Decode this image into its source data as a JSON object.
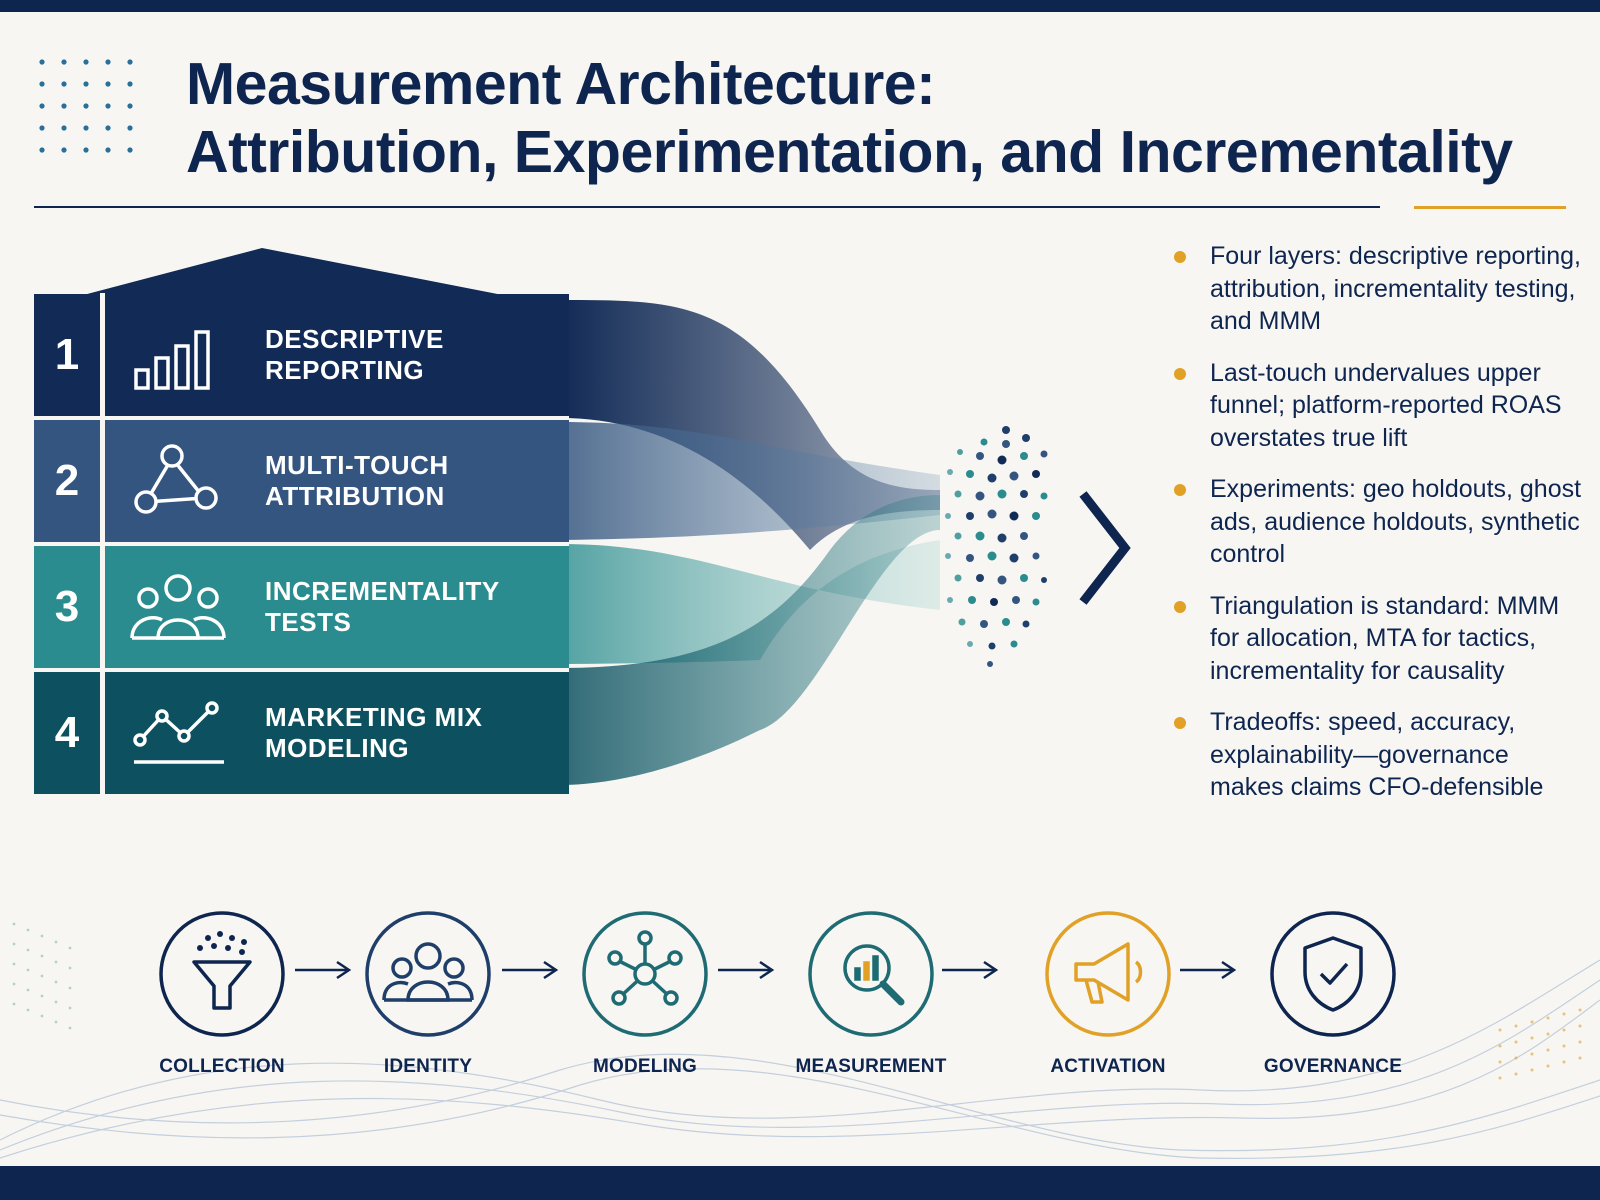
{
  "title": {
    "line1": "Measurement Architecture:",
    "line2": "Attribution, Experimentation, and Incrementality"
  },
  "colors": {
    "navy": "#0e2550",
    "layer1": "#112a56",
    "layer2": "#34557f",
    "layer3": "#2a8c8e",
    "layer4": "#0d5160",
    "gold": "#e0a126",
    "background": "#f7f6f2"
  },
  "layers": [
    {
      "number": "1",
      "label": "DESCRIPTIVE\nREPORTING",
      "icon": "bar-chart-icon"
    },
    {
      "number": "2",
      "label": "MULTI-TOUCH\nATTRIBUTION",
      "icon": "network-triangle-icon"
    },
    {
      "number": "3",
      "label": "INCREMENTALITY\nTESTS",
      "icon": "people-group-icon"
    },
    {
      "number": "4",
      "label": "MARKETING MIX\nMODELING",
      "icon": "line-chart-icon"
    }
  ],
  "bullets": [
    "Four layers: descriptive reporting, attribution, incrementality testing, and MMM",
    "Last-touch undervalues upper funnel; platform-reported ROAS overstates true lift",
    "Experiments: geo holdouts, ghost ads, audience holdouts, synthetic control",
    "Triangulation is standard: MMM for allocation, MTA for tactics, incrementality for causality",
    "Tradeoffs: speed, accuracy, explainability—governance makes claims CFO-defensible"
  ],
  "pipeline": [
    {
      "label": "COLLECTION",
      "icon": "funnel-icon"
    },
    {
      "label": "IDENTITY",
      "icon": "people-icon"
    },
    {
      "label": "MODELING",
      "icon": "hub-network-icon"
    },
    {
      "label": "MEASUREMENT",
      "icon": "magnifier-chart-icon"
    },
    {
      "label": "ACTIVATION",
      "icon": "megaphone-icon"
    },
    {
      "label": "GOVERNANCE",
      "icon": "shield-check-icon"
    }
  ]
}
